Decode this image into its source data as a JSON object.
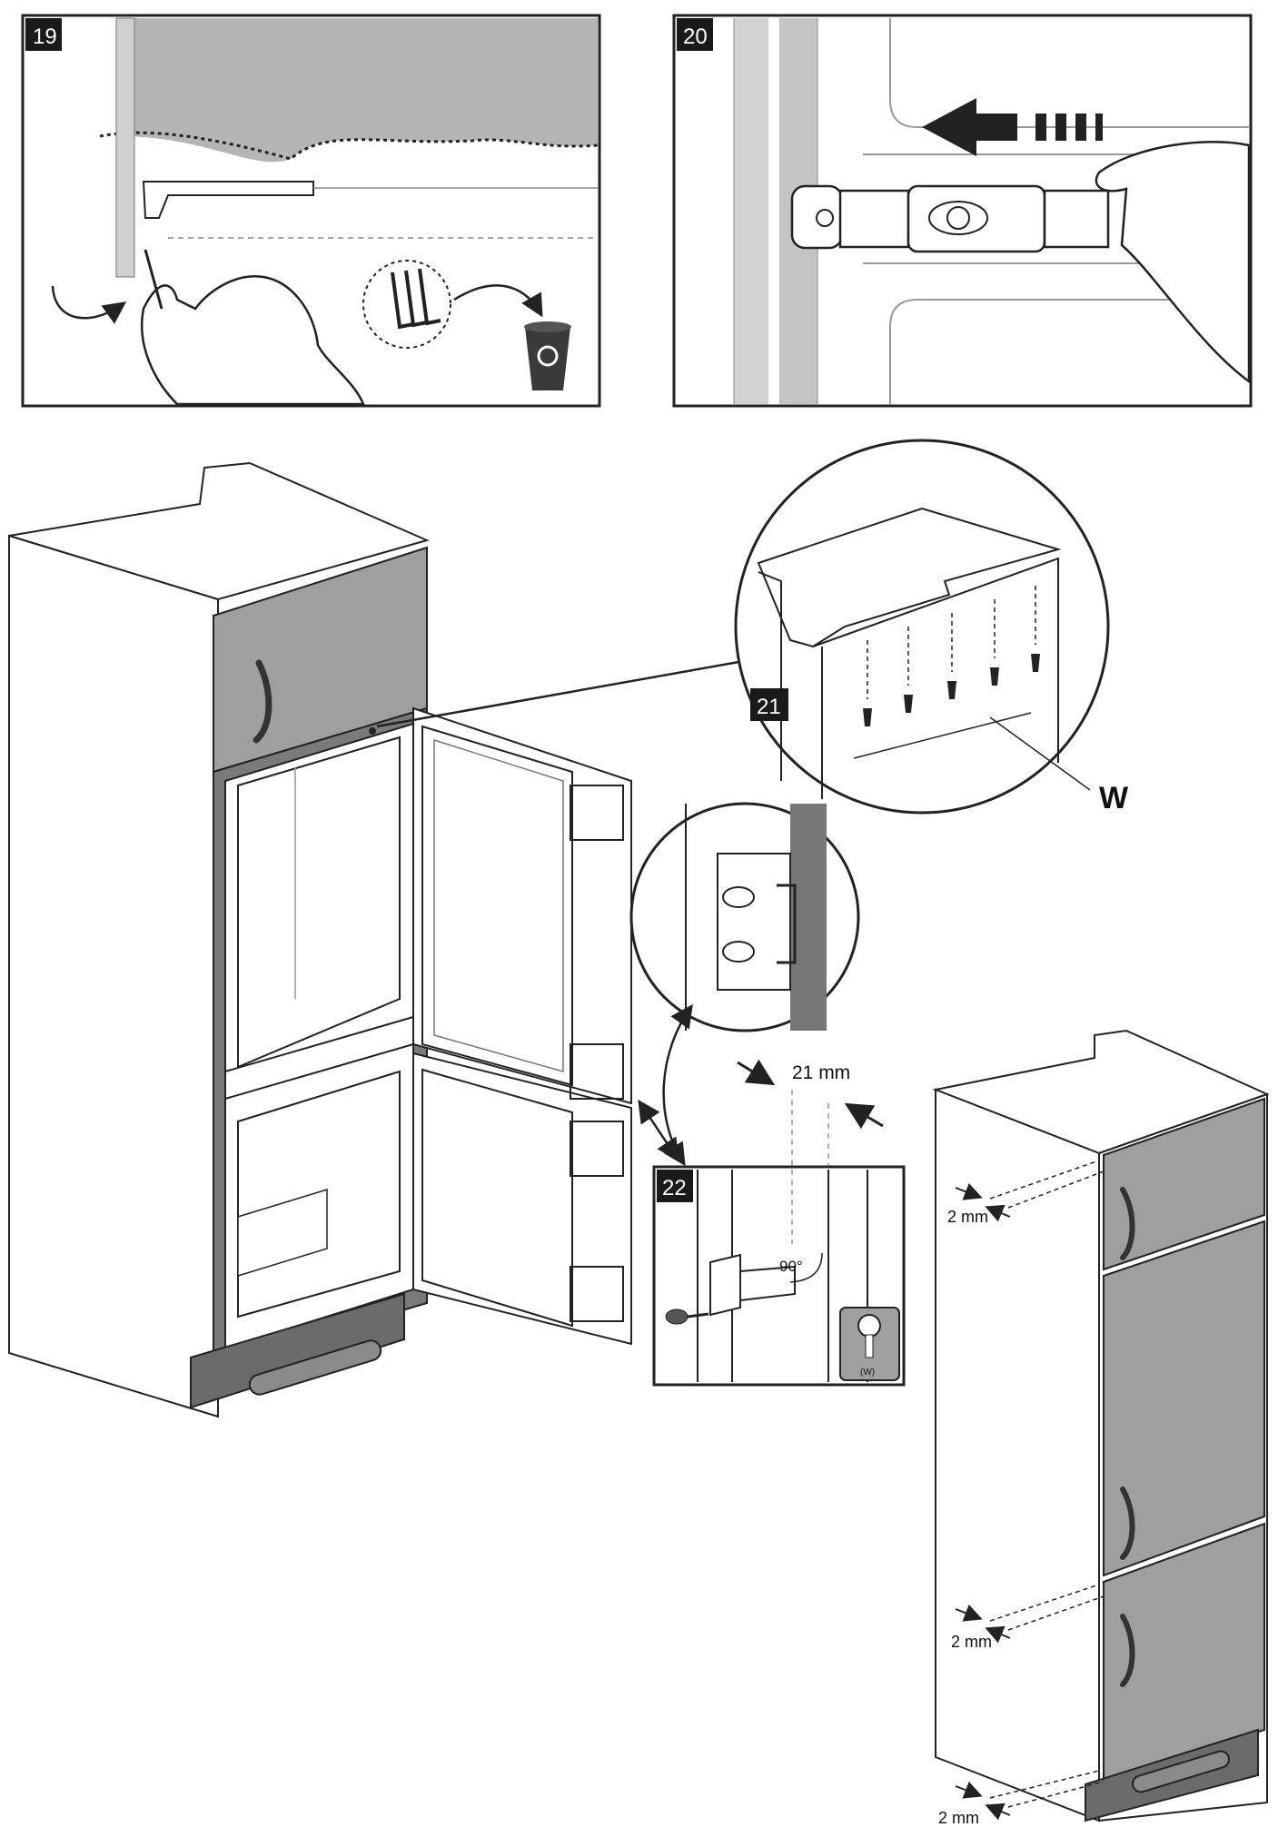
{
  "steps": {
    "s19": "19",
    "s20": "20",
    "s21": "21",
    "s22": "22"
  },
  "labels": {
    "w_marker": "W",
    "door_gap": "21 mm",
    "angle": "90°",
    "screw_tag": "(W)",
    "gap_top": "2 mm",
    "gap_mid": "2 mm",
    "gap_bottom": "2 mm"
  },
  "icons": [
    "hand-icon",
    "arrow-icon",
    "allen-keys-icon",
    "recycle-bin-icon",
    "screw-icon"
  ],
  "colors": {
    "line": "#222222",
    "panel_grey": "#a9a9a9",
    "light_grey": "#dcdcdc",
    "plinth": "#6b6b6b",
    "step_badge": "#1a1a1a"
  }
}
